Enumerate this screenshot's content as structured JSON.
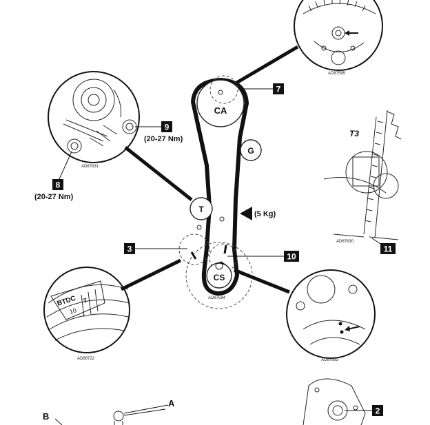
{
  "labels": {
    "l7": "7",
    "l9": "9",
    "l8": "8",
    "l3": "3",
    "l10": "10",
    "l11": "11",
    "l2": "2",
    "lA": "A",
    "lB": "B"
  },
  "torques": {
    "t9": "(20-27 Nm)",
    "t8": "(20-27 Nm)"
  },
  "tension": "(5 Kg)",
  "pulleys": {
    "camshaft": "CA",
    "generator": "G",
    "tensioner": "T",
    "crankshaft": "CS"
  },
  "timing_mark": {
    "btdc": "BTDC",
    "ten": "10",
    "t": "T"
  },
  "detail_label": "T3",
  "refs": {
    "r1": "AD87595",
    "r2": "AD67631",
    "r3": "AD67630",
    "r4": "AD87594",
    "r5": "AD88722",
    "r6": "AD87593"
  }
}
